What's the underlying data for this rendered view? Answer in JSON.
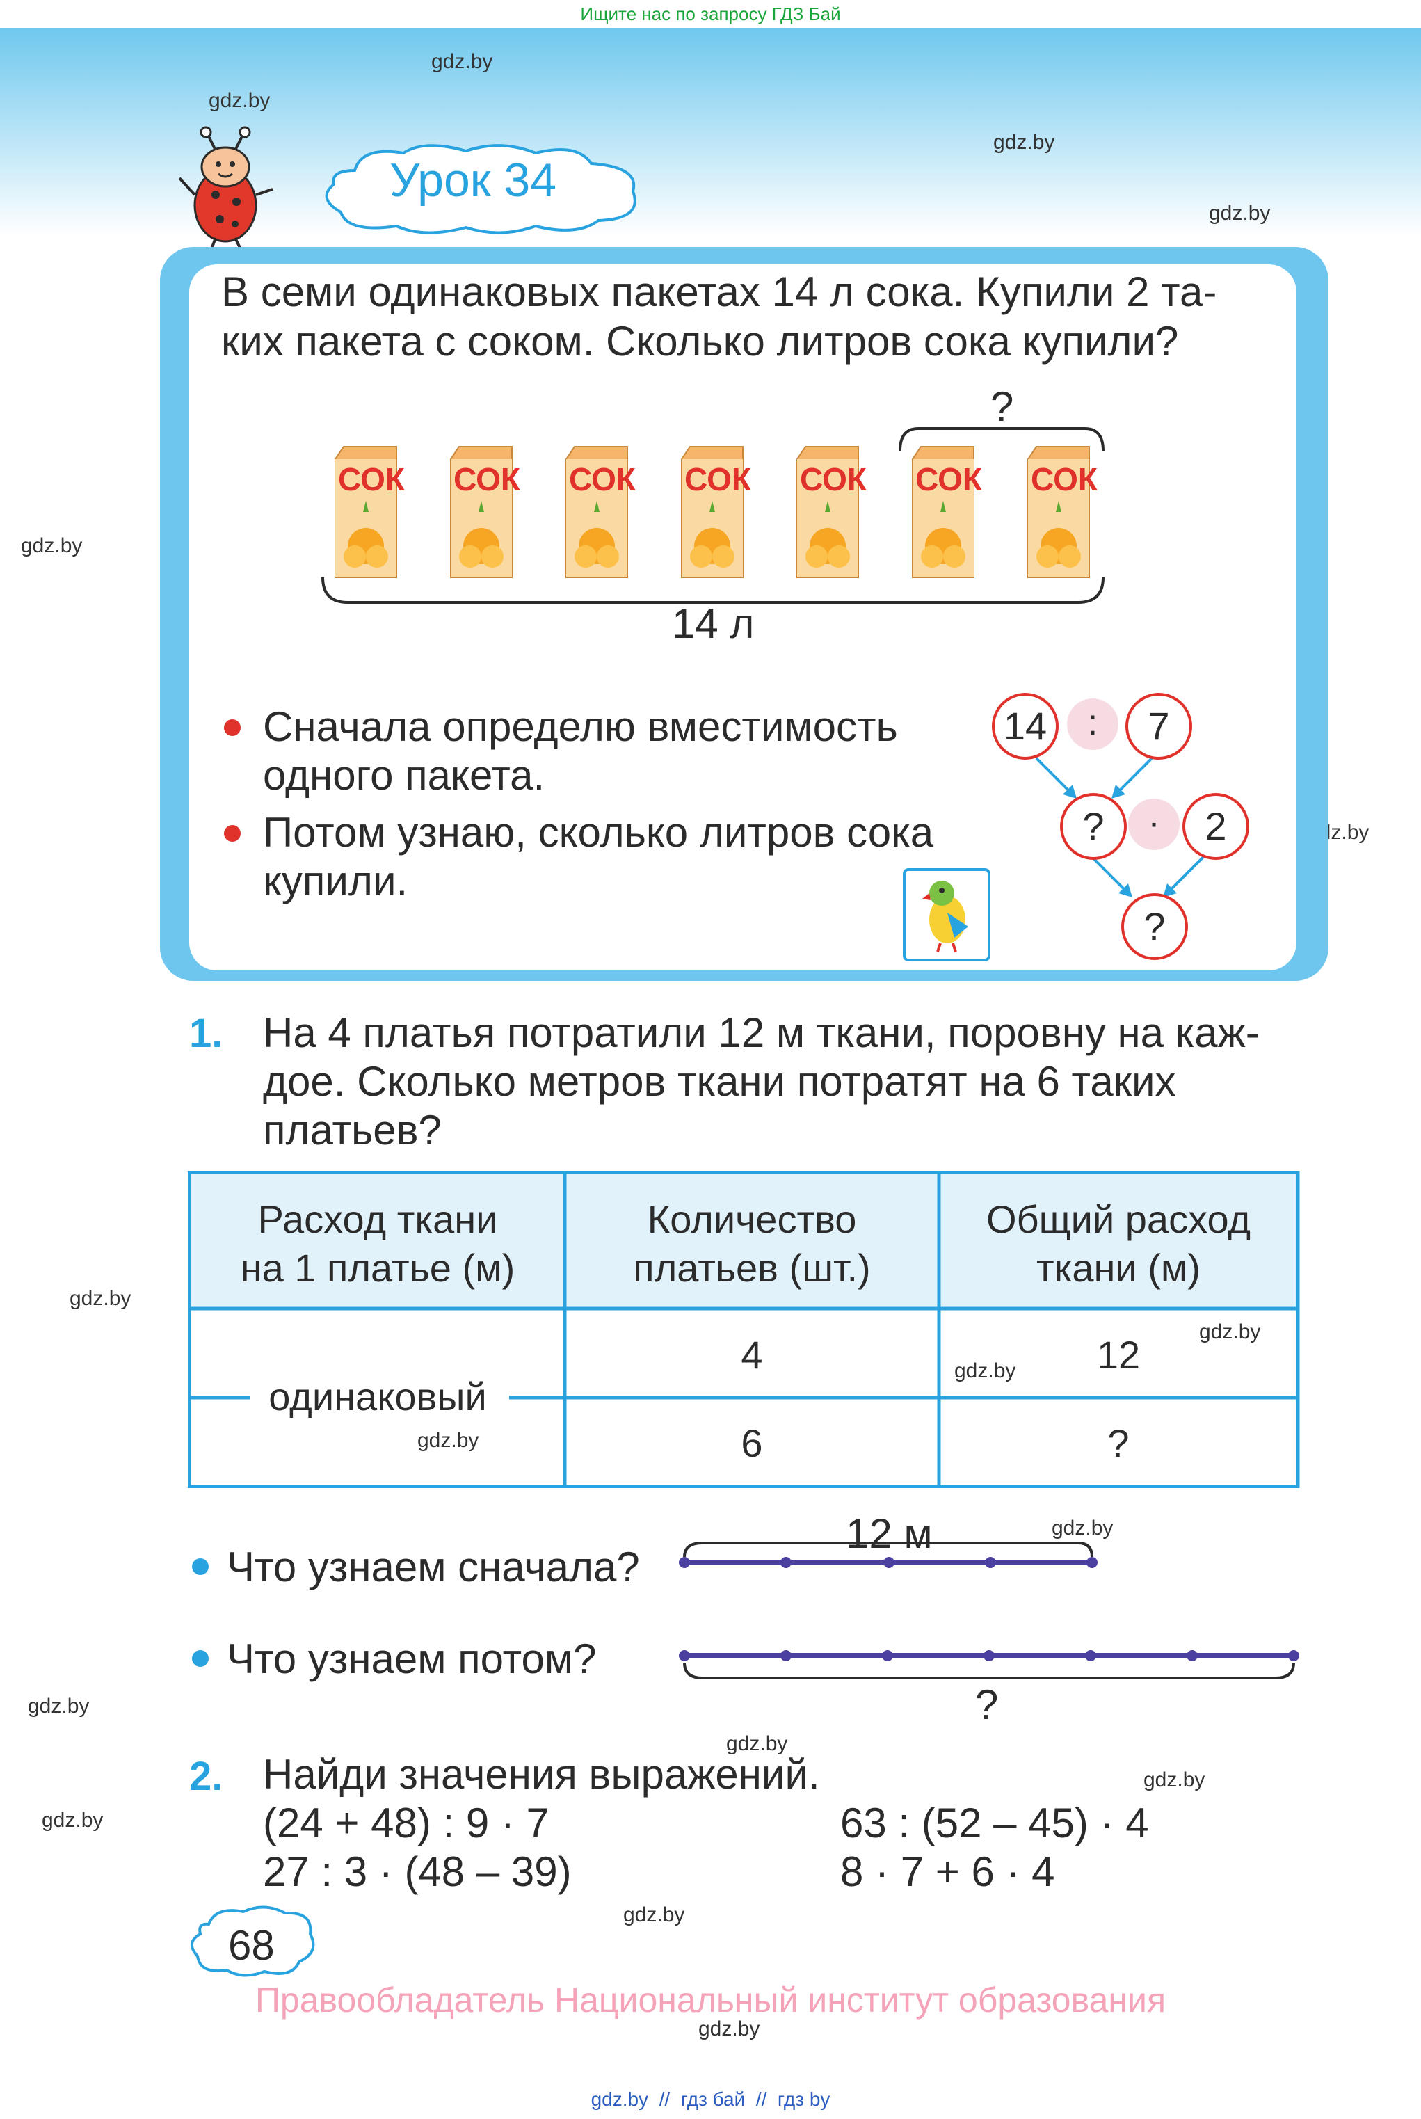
{
  "top_banner": "Ищите нас по запросу ГДЗ Бай",
  "lesson": {
    "title": "Урок 34"
  },
  "watermark": "gdz.by",
  "intro": {
    "line1": "В семи одинаковых пакетах 14 л сока. Купили 2 та-",
    "line2": "ких пакета с соком. Сколько литров сока купили?",
    "carton_label": "СОК",
    "question_mark": "?",
    "total_label": "14 л",
    "bullet1_line1": "Сначала определю вместимость",
    "bullet1_line2": "одного пакета.",
    "bullet2_line1": "Потом узнаю, сколько литров сока",
    "bullet2_line2": "купили.",
    "scheme": {
      "a": "14",
      "op1": ":",
      "b": "7",
      "c": "?",
      "op2": "·",
      "d": "2",
      "result": "?"
    }
  },
  "task1": {
    "number": "1.",
    "line1": "На 4 платья потратили 12 м ткани, поровну на каж-",
    "line2": "дое. Сколько метров ткани потратят на 6 таких",
    "line3": "платьев?",
    "table": {
      "h1a": "Расход ткани",
      "h1b": "на 1 платье (м)",
      "h2a": "Количество",
      "h2b": "платьев (шт.)",
      "h3a": "Общий расход",
      "h3b": "ткани (м)",
      "merged": "одинаковый",
      "r1c2": "4",
      "r1c3": "12",
      "r2c2": "6",
      "r2c3": "?"
    },
    "q1": "Что узнаем сначала?",
    "q2": "Что узнаем потом?",
    "seg1_label": "12 м",
    "seg2_label": "?"
  },
  "task2": {
    "number": "2.",
    "title": "Найди значения выражений.",
    "e1": "(24 + 48) : 9 · 7",
    "e2": "27 : 3 · (48 – 39)",
    "e3": "63 : (52 – 45) · 4",
    "e4": "8 · 7 + 6 · 4"
  },
  "page_number": "68",
  "copyright": "Правообладатель Национальный институт образования",
  "footer": "gdz.by  //  гдз бай  //  гдз by",
  "colors": {
    "accent_blue": "#29a3df",
    "frame_blue": "#6ec6ee",
    "bullet_red": "#e0312b",
    "bullet_blue": "#29a3df",
    "segment": "#4b3fa0",
    "copyright_pink": "#f4a3b8"
  }
}
